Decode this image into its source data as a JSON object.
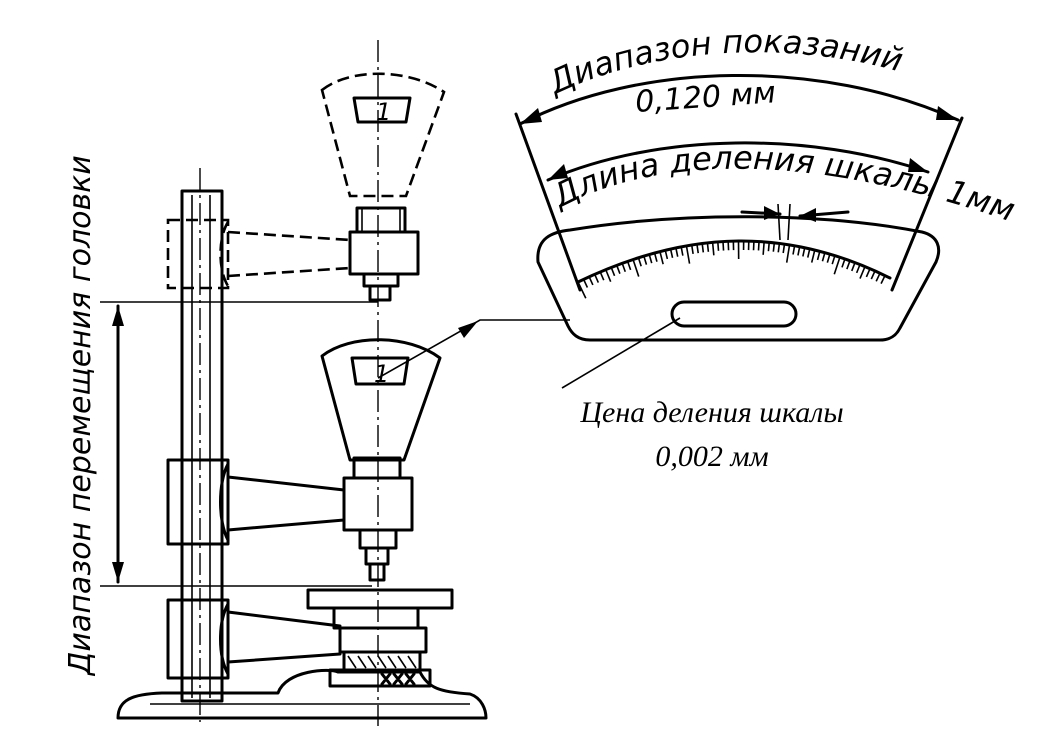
{
  "labels": {
    "range_of_readings": "Диапазон показаний",
    "range_value": "0,120 мм",
    "division_length": "Длина деления шкалы 1мм",
    "division_value_title": "Цена деления шкалы",
    "division_value": "0,002 мм",
    "head_travel_range": "Диапазон перемещения головки",
    "dial_digit_upper": "1",
    "dial_digit_lower": "1"
  }
}
